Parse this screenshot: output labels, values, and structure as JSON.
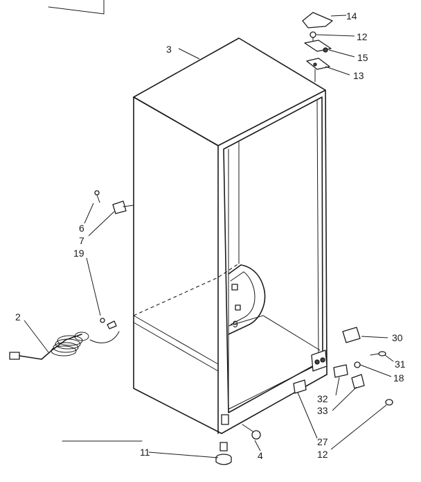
{
  "callouts": {
    "c2": "2",
    "c3": "3",
    "c4": "4",
    "c6": "6",
    "c7": "7",
    "c9": "9",
    "c11": "11",
    "c12a": "12",
    "c12b": "12",
    "c13": "13",
    "c14": "14",
    "c15": "15",
    "c18": "18",
    "c19": "19",
    "c27": "27",
    "c30": "30",
    "c31": "31",
    "c32": "32",
    "c33": "33"
  },
  "icons": {
    "cabinet": "refrigerator-cabinet-icon",
    "power_cord": "power-cord-icon",
    "leveling_leg": "leveling-leg-icon",
    "hinge": "hinge-icon",
    "hinge_cover": "hinge-cover-icon"
  },
  "colors": {
    "ink": "#1a1a1a",
    "paper": "#ffffff"
  }
}
